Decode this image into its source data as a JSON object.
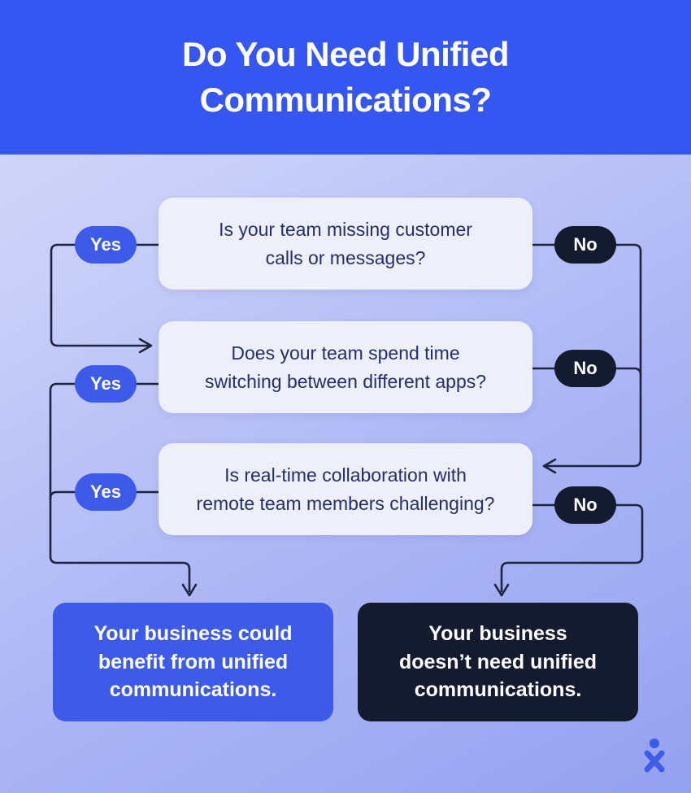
{
  "header": {
    "title_lines": [
      "Do You Need Unified",
      "Communications?"
    ]
  },
  "questions": [
    {
      "yes_label": "Yes",
      "no_label": "No",
      "lines": [
        "Is your team missing customer",
        "calls or messages?"
      ]
    },
    {
      "yes_label": "Yes",
      "no_label": "No",
      "lines": [
        "Does your team spend time",
        "switching between different apps?"
      ]
    },
    {
      "yes_label": "Yes",
      "no_label": "No",
      "lines": [
        "Is real-time collaboration with",
        "remote team members challenging?"
      ]
    }
  ],
  "outcomes": {
    "positive_lines": [
      "Your business could",
      "benefit from unified",
      "communications."
    ],
    "negative_lines": [
      "Your business",
      "doesn’t need unified",
      "communications."
    ]
  },
  "icons": {
    "brand_logo": "nextiva-x-icon"
  },
  "colors": {
    "header_blue": "#3656f2",
    "accent_blue": "#3d5be8",
    "dark_navy": "#151b2e",
    "connector_line": "#1d2440",
    "card_background": "#edf0fb",
    "question_text": "#252e68",
    "body_gradient_top": "#d8dcfa",
    "body_gradient_bottom": "#94a1f0"
  }
}
